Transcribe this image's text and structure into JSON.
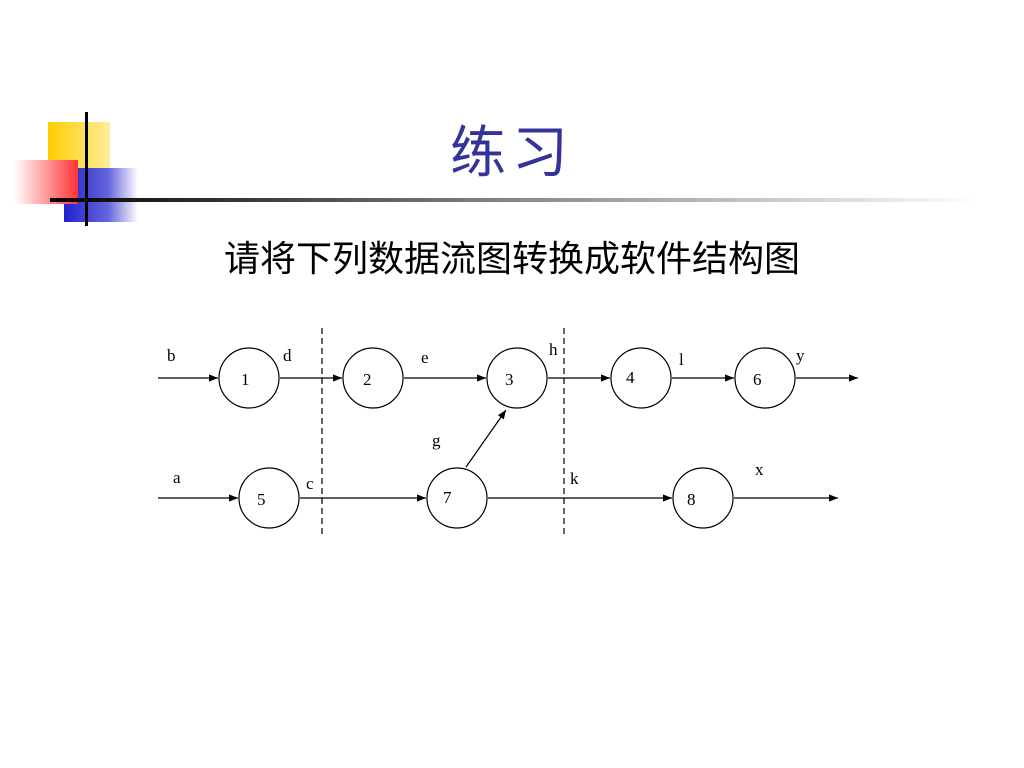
{
  "slide": {
    "title": "练习",
    "subtitle": "请将下列数据流图转换成软件结构图"
  },
  "colors": {
    "title": "#333399",
    "deco_yellow": "#ffcc00",
    "deco_red": "#ff5a5a",
    "deco_blue": "#3333cc"
  },
  "diagram": {
    "nodes": [
      {
        "id": "1",
        "label": "1"
      },
      {
        "id": "2",
        "label": "2"
      },
      {
        "id": "3",
        "label": "3"
      },
      {
        "id": "4",
        "label": "4"
      },
      {
        "id": "6",
        "label": "6"
      },
      {
        "id": "5",
        "label": "5"
      },
      {
        "id": "7",
        "label": "7"
      },
      {
        "id": "8",
        "label": "8"
      }
    ],
    "edges": [
      {
        "from": "",
        "to": "1",
        "label": "b"
      },
      {
        "from": "1",
        "to": "2",
        "label": "d"
      },
      {
        "from": "2",
        "to": "3",
        "label": "e"
      },
      {
        "from": "3",
        "to": "4",
        "label": "h"
      },
      {
        "from": "4",
        "to": "6",
        "label": "l"
      },
      {
        "from": "6",
        "to": "",
        "label": "y"
      },
      {
        "from": "",
        "to": "5",
        "label": "a"
      },
      {
        "from": "5",
        "to": "7",
        "label": "c"
      },
      {
        "from": "7",
        "to": "3",
        "label": "g"
      },
      {
        "from": "7",
        "to": "8",
        "label": "k"
      },
      {
        "from": "8",
        "to": "",
        "label": "x"
      }
    ]
  }
}
